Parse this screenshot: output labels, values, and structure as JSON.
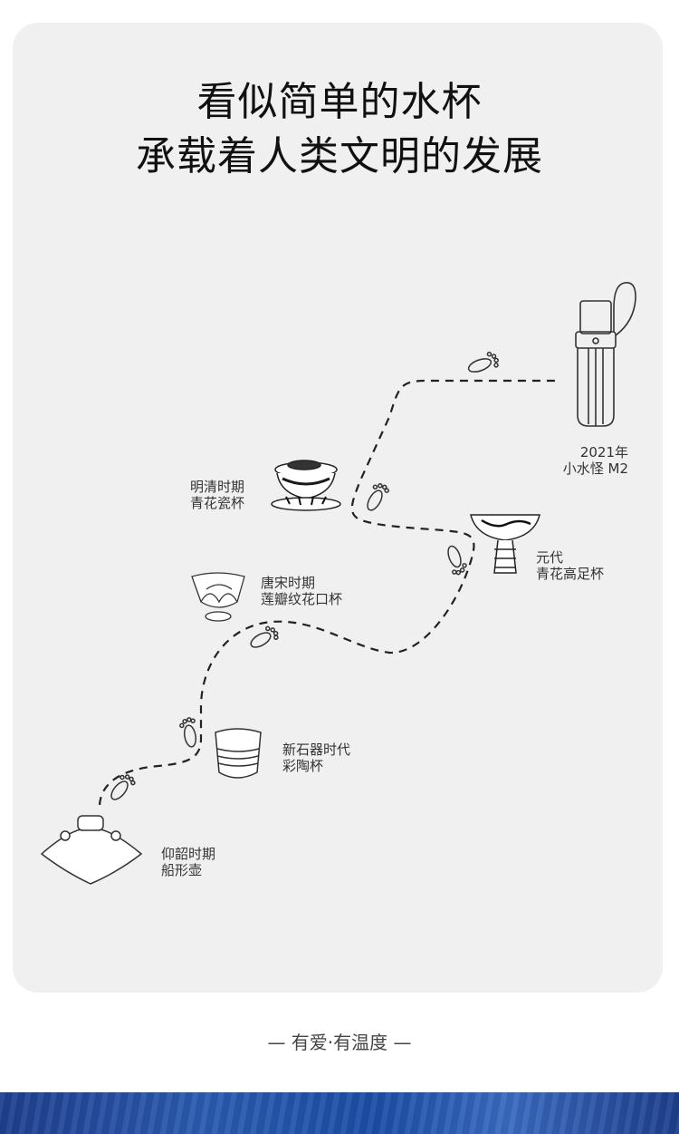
{
  "heading": {
    "line1": "看似简单的水杯",
    "line2": "承载着人类文明的发展"
  },
  "milestones": [
    {
      "line1": "2021年",
      "line2": "小水怪 M2"
    },
    {
      "line1": "明清时期",
      "line2": "青花瓷杯"
    },
    {
      "line1": "元代",
      "line2": "青花高足杯"
    },
    {
      "line1": "唐宋时期",
      "line2": "莲瓣纹花口杯"
    },
    {
      "line1": "新石器时代",
      "line2": "彩陶杯"
    },
    {
      "line1": "仰韶时期",
      "line2": "船形壶"
    }
  ],
  "footer": "— 有爱·有温度 —"
}
